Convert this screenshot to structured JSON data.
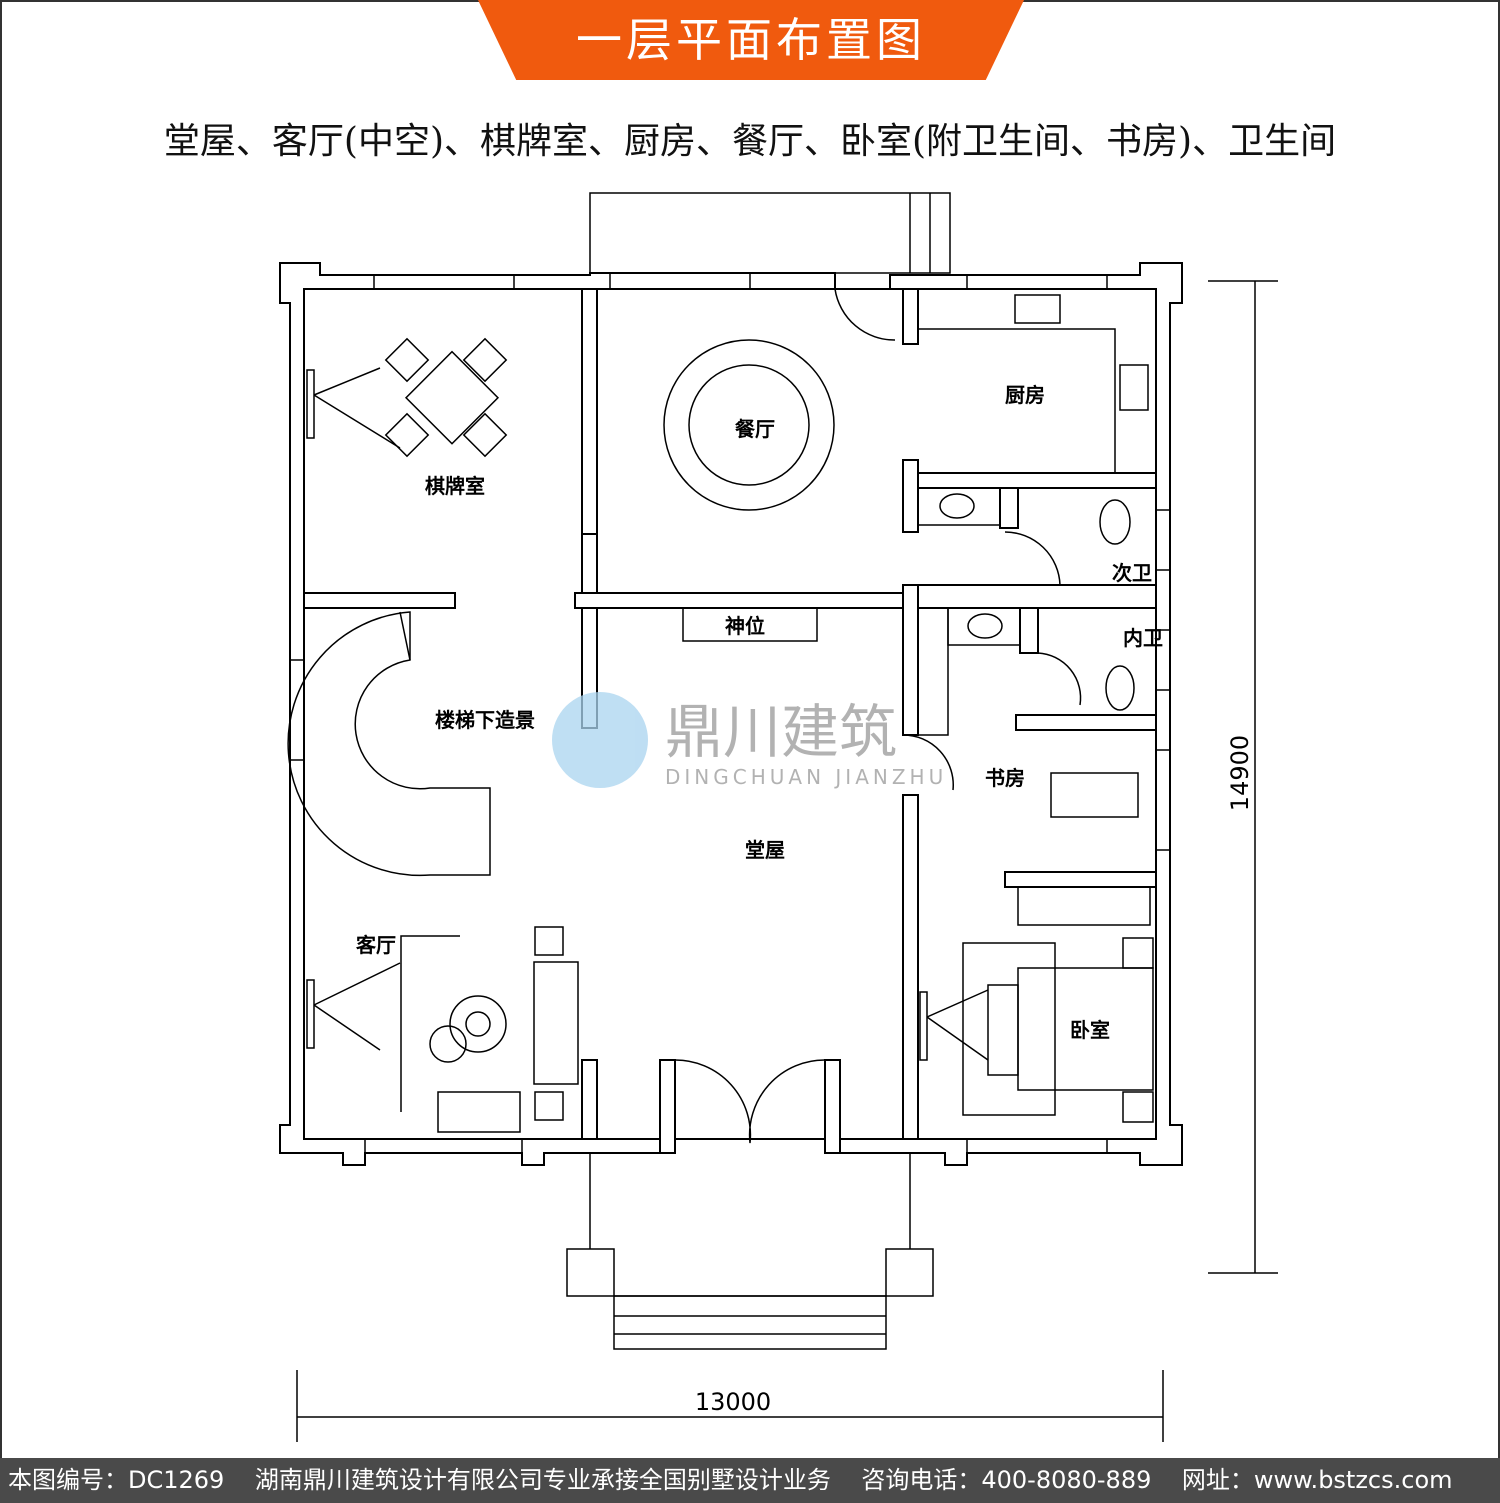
{
  "header": {
    "title": "一层平面布置图",
    "subtitle": "堂屋、客厅(中空)、棋牌室、厨房、餐厅、卧室(附卫生间、书房)、卫生间"
  },
  "rooms": {
    "chess": "棋牌室",
    "dining": "餐厅",
    "kitchen": "厨房",
    "bath2": "次卫",
    "shrine": "神位",
    "bath_inner": "内卫",
    "stair": "楼梯下造景",
    "study": "书房",
    "hall": "堂屋",
    "living": "客厅",
    "bedroom": "卧室"
  },
  "dimensions": {
    "width": "13000",
    "depth": "14900"
  },
  "watermark": {
    "cn": "鼎川建筑",
    "en": "DINGCHUAN JIANZHU"
  },
  "footer": {
    "text": "本图编号：DC1269    湖南鼎川建筑设计有限公司专业承接全国别墅设计业务    咨询电话：400-8080-889    网址：www.bstzcs.com"
  },
  "colors": {
    "accent": "#f05a0e",
    "footer_bg": "#4a4a4a"
  }
}
